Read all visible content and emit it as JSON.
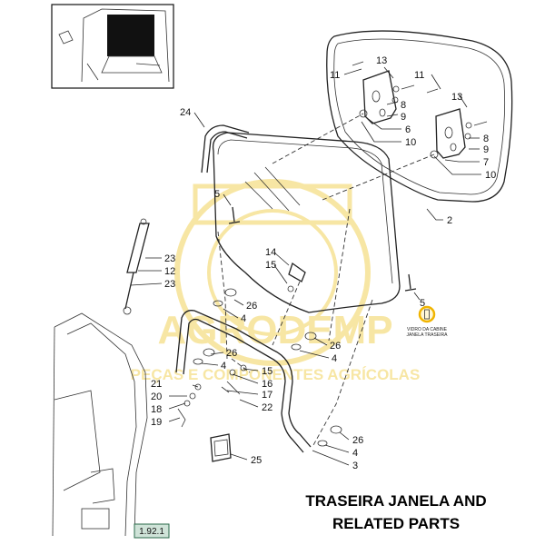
{
  "watermark": {
    "brand": "AGRODEMP",
    "tagline": "PEÇAS E COMPONENTES AGRÍCOLAS"
  },
  "title": {
    "line1": "TRASEIRA JANELA AND",
    "line2": "RELATED PARTS"
  },
  "reference": "1.92.1",
  "highlight_note": {
    "line1": "VIDRO DA CABINE",
    "line2": "JANELA TRASEIRA"
  },
  "callouts": {
    "c11a": "11",
    "c13a": "13",
    "c8a": "8",
    "c9a": "9",
    "c6a": "6",
    "c10a": "10",
    "c11b": "11",
    "c13b": "13",
    "c8b": "8",
    "c9b": "9",
    "c7": "7",
    "c10b": "10",
    "c2": "2",
    "c24": "24",
    "c5a": "5",
    "c5b": "5",
    "c14": "14",
    "c15a": "15",
    "c23a": "23",
    "c12": "12",
    "c23b": "23",
    "c26a": "26",
    "c4a": "4",
    "c26b": "26",
    "c4b": "4",
    "c26c": "26",
    "c4c": "4",
    "c15b": "15",
    "c16": "16",
    "c17": "17",
    "c22": "22",
    "c21": "21",
    "c20": "20",
    "c18": "18",
    "c19": "19",
    "c26d": "26",
    "c4d": "4",
    "c3": "3",
    "c25": "25"
  },
  "colors": {
    "highlight_ring": "#f0b400",
    "watermark": "#f2d35a",
    "reference_box": "#cfe3d8"
  }
}
